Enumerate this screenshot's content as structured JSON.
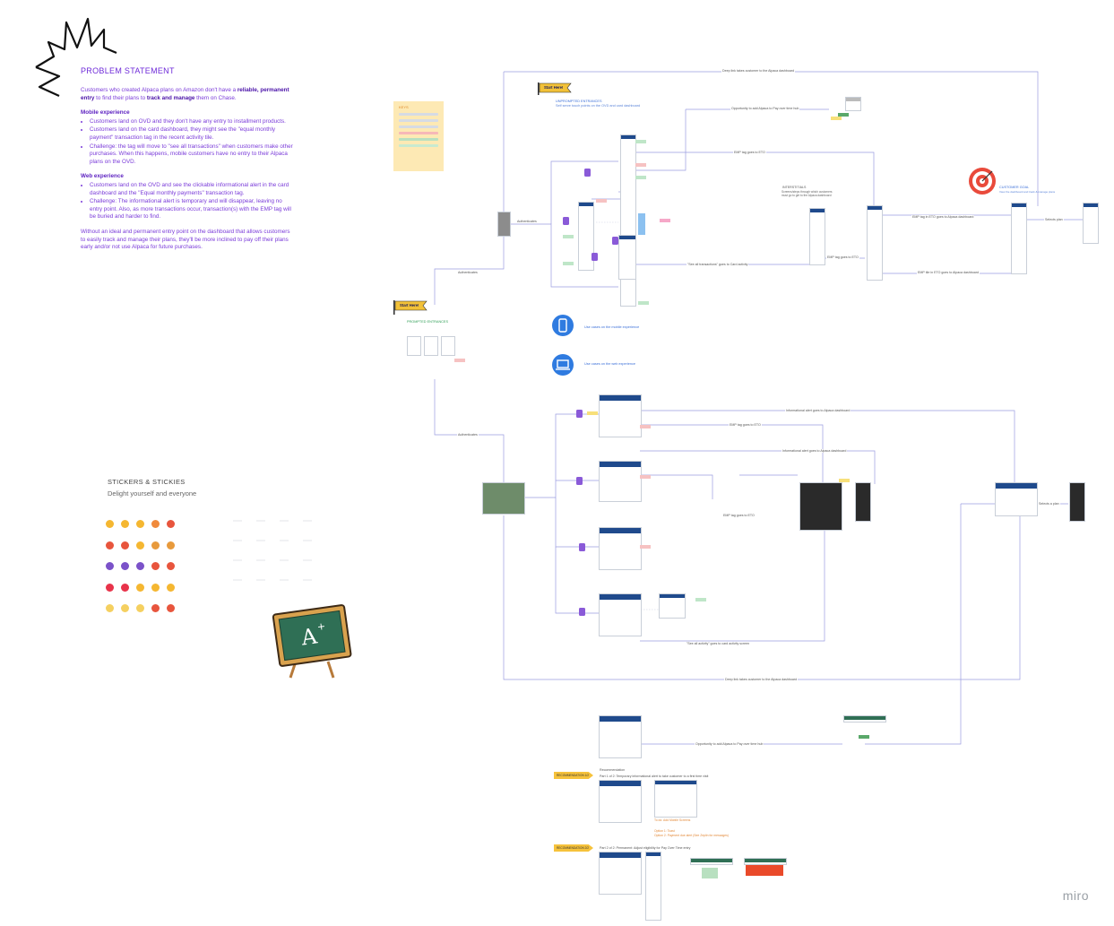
{
  "problem": {
    "title": "PROBLEM STATEMENT",
    "intro": [
      {
        "t": "Customers who created Alpaca plans on Amazon don't have a ",
        "b": false
      },
      {
        "t": "reliable, permanent entry",
        "b": true
      },
      {
        "t": " to find their plans to ",
        "b": false
      },
      {
        "t": "track and manage",
        "b": true
      },
      {
        "t": " them on Chase.",
        "b": false
      }
    ],
    "mobile_heading": "Mobile experience",
    "mobile_items": [
      "Customers land on OVD and they don't have any entry to installment products.",
      "Customers land on the card dashboard, they might see the \"equal monthly payment\" transaction tag in the recent activity tile.",
      "Challenge: the tag will move to \"see all transactions\" when customers make other purchases. When this happens, mobile customers have no entry to their Alpaca plans on the OVD."
    ],
    "web_heading": "Web experience",
    "web_items": [
      "Customers land on the OVD and see the clickable informational alert in the card dashboard and the \"Equal monthly payments\" transaction tag.",
      "Challenge: The informational alert is temporary and will disappear, leaving no entry point. Also, as more transactions occur, transaction(s) with the EMP tag will be buried and harder to find."
    ],
    "closing": "Without an ideal and permanent entry point on the dashboard that allows customers to easily track and manage their plans, they'll be more inclined to pay off their plans early and/or not use Alpaca for future purchases."
  },
  "stickers": {
    "title": "STICKERS & STICKIES",
    "subtitle": "Delight yourself and everyone",
    "rows": [
      [
        "#f5b731",
        "#f5b731",
        "#f5b731",
        "#f08a3c",
        "#e8553d"
      ],
      [
        "#e8553d",
        "#e8553d",
        "#f5b731",
        "#e89a3c",
        "#e89a3c"
      ],
      [
        "#7b52c9",
        "#7b52c9",
        "#7b52c9",
        "#e8553d",
        "#e8553d"
      ],
      [
        "#e8334a",
        "#e8334a",
        "#f5b731",
        "#f5b731",
        "#f5b731"
      ],
      [
        "#f5d060",
        "#f5d060",
        "#f5d060",
        "#e8553d",
        "#e8553d"
      ]
    ]
  },
  "flow": {
    "keys_title": "KEYS",
    "unprompted_title": "UNPROMPTED ENTRANCES",
    "unprompted_sub": "Self serve touch points on the OVD and card dashboard",
    "prompted_title": "PROMPTED ENTRANCES",
    "start_here": "Start Here!",
    "interstitials_title": "INTERSTITIALS",
    "interstitials_sub": "Screens/steps through which customers must go to get to the Alpaca dashboard",
    "customer_goal_title": "CUSTOMER GOAL",
    "customer_goal_sub": "View the dashboard and track & manage plans",
    "use_cases_mobile": "Use cases on the mobile experience",
    "use_cases_web": "Use cases on the web experience",
    "labels": {
      "deep_link_top": "Deep link takes customer to the Alpaca dashboard",
      "opp_top": "Opportunity to add Alpaca to Pay over time hub",
      "emp_eto_1": "EMP tag goes to ETO",
      "emp_in_eto": "EMP tag in ETO goes to Alpaca dashboard",
      "selects_plan_1": "Selects plan",
      "emp_eto_2": "EMP tag goes to ETO",
      "see_all_tx": "\"See all transactions\" goes to Card activity",
      "emp_tile": "EMP tile in ETO goes to Alpaca dashboard",
      "authenticates_1": "Authenticates",
      "authenticates_2": "Authenticates",
      "authenticates_small": "Authenticates",
      "info_alert_1": "Informational alert goes to Alpaca dashboard",
      "emp_eto_3": "EMP tag goes to ETO",
      "info_alert_2": "Informational alert goes to Alpaca dashboard",
      "emp_eto_4": "EMP tag goes to ETO",
      "selects_plan_2": "Selects a plan",
      "see_all_activity": "\"See all activity\" goes to card activity screen",
      "deep_link_bottom": "Deep link takes customer to the Alpaca dashboard",
      "opp_bottom": "Opportunity to add Alpaca to Pay over time hub"
    },
    "recommendation_label": "RECOMMENDATION 1/2",
    "recommendation_label_2": "RECOMMENDATION 2/2",
    "recommendation_title": "Recommendation",
    "part1": "Part 1 of 2: Temporary informational alert to take customer to a first time visit",
    "part2": "Part 2 of 2: Permanent: Adjust eligibility for Pay Over Time entry",
    "orange_note_1": "To do: Add Mobile Screens",
    "orange_note_2": "Option 1: Toast",
    "orange_note_3": "Option 2: Payment due alert (See Zeplin for messages)"
  },
  "brand": "miro"
}
